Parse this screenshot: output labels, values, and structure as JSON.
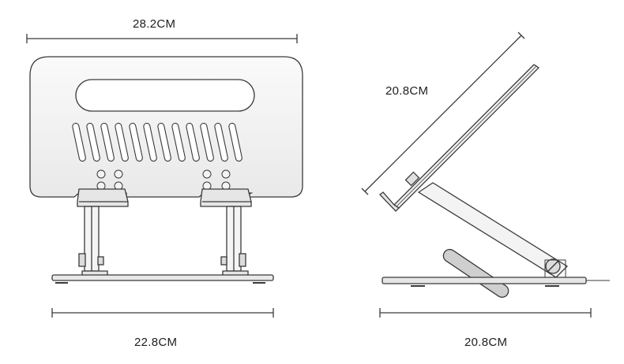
{
  "dimensions": {
    "top_width": "28.2CM",
    "base_width": "22.8CM",
    "side_height": "20.8CM",
    "side_depth": "20.8CM"
  },
  "colors": {
    "line": "#3a3a3a",
    "fill_light": "#f1f1f1",
    "fill_mid": "#d6d6d6",
    "background": "#ffffff"
  }
}
